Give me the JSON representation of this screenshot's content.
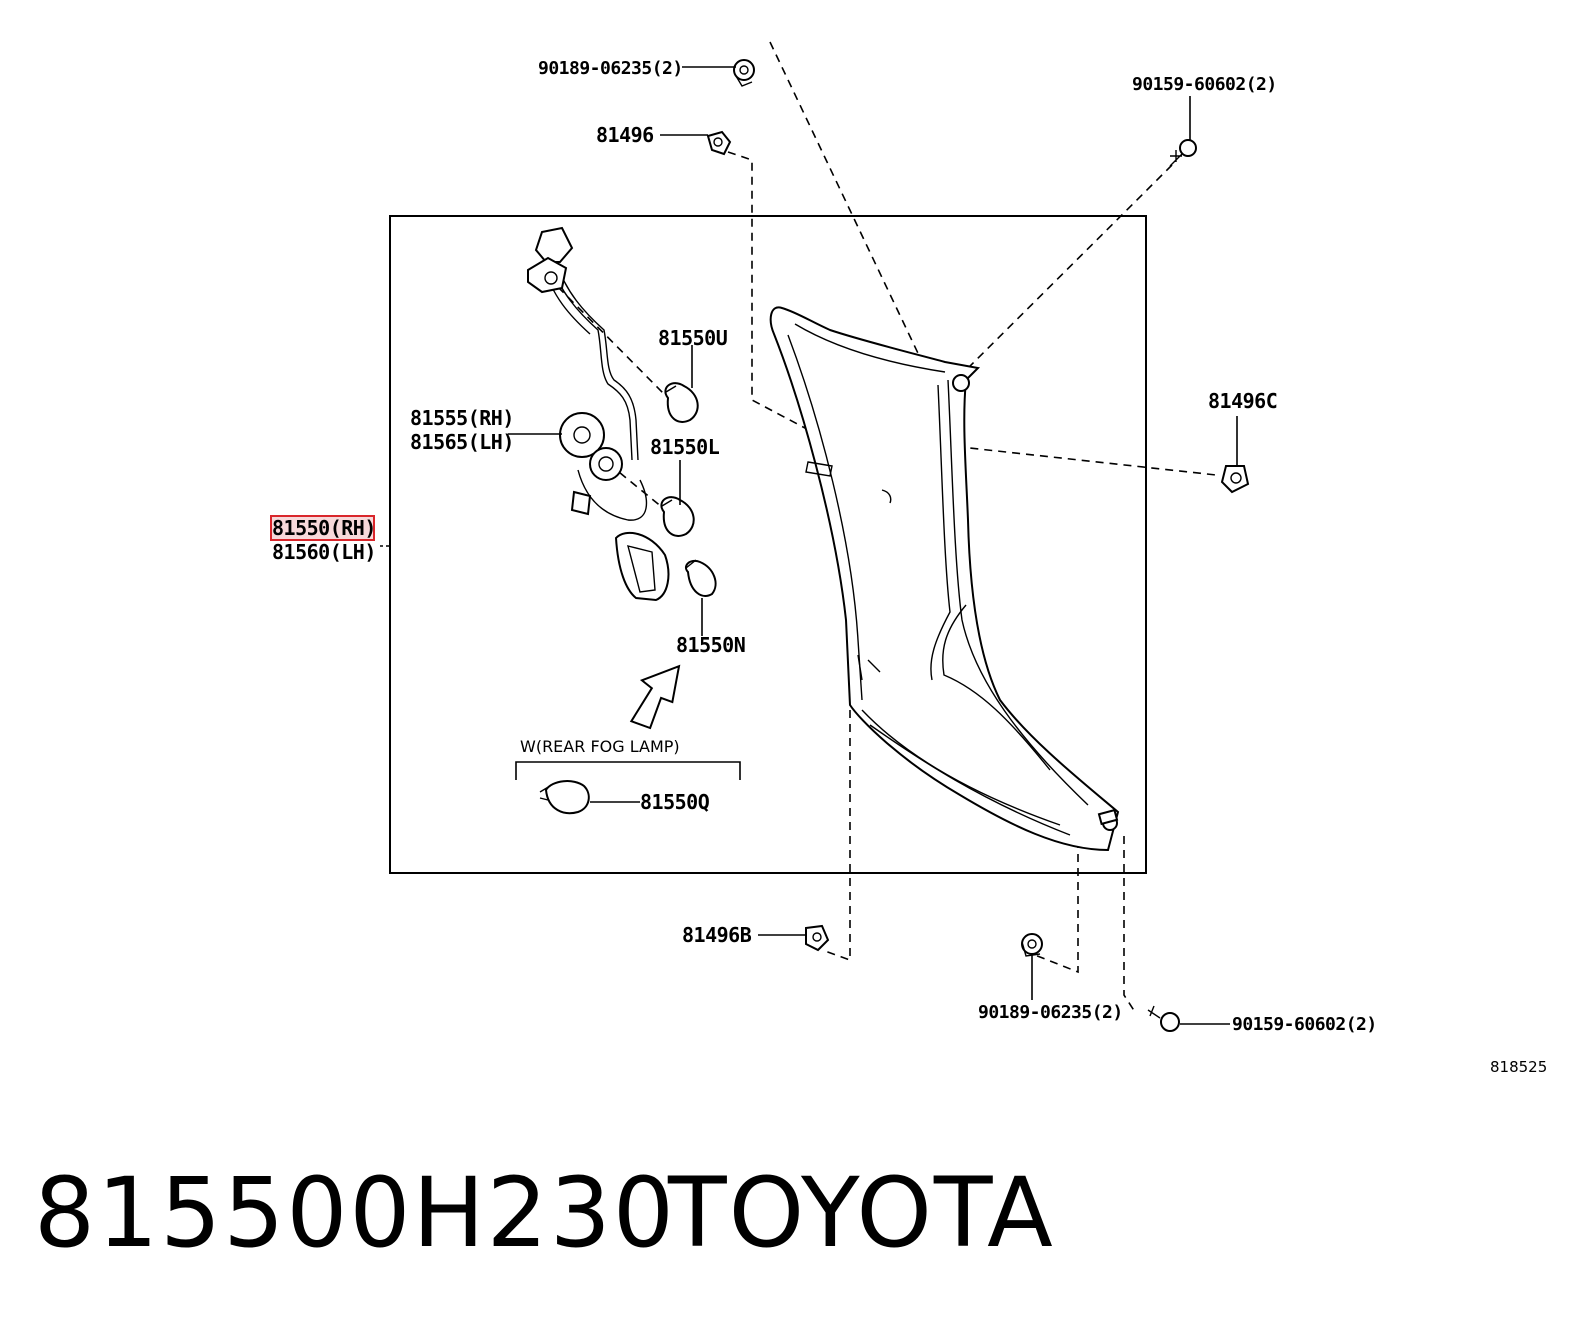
{
  "diagram": {
    "labels": {
      "top_nut": "90189-06235(2)",
      "clip_top": "81496",
      "screw_top_right": "90159-60602(2)",
      "bulb_u": "81550U",
      "socket_rh": "81555(RH)",
      "socket_lh": "81565(LH)",
      "bulb_l": "81550L",
      "clip_c": "81496C",
      "assembly_rh": "81550(RH)",
      "assembly_lh": "81560(LH)",
      "bulb_n": "81550N",
      "fog_note": "W(REAR FOG LAMP)",
      "bulb_q": "81550Q",
      "clip_b": "81496B",
      "bottom_nut": "90189-06235(2)",
      "screw_bottom_right": "90159-60602(2)"
    },
    "figure_number": "818525",
    "highlight_color": "#d9262b"
  },
  "caption": {
    "part_number": "815500H230",
    "brand": "TOYOTA"
  }
}
